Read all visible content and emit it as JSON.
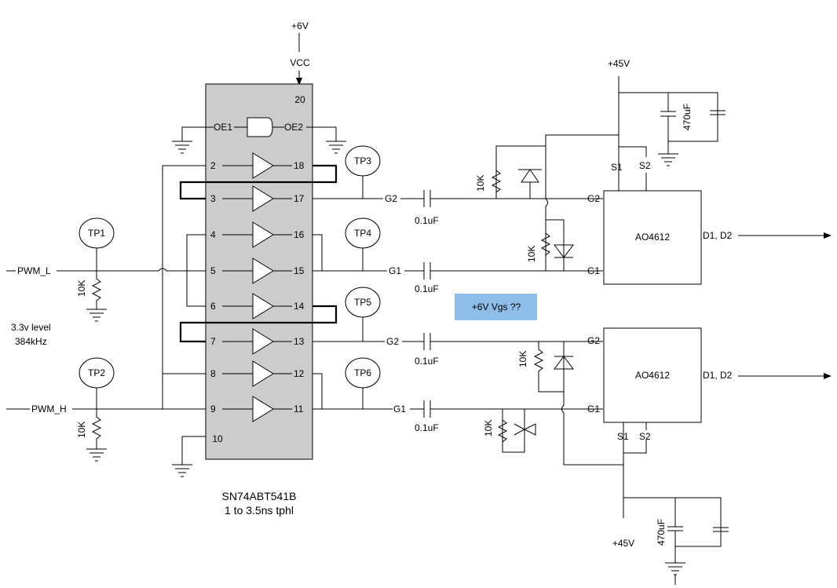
{
  "supplies": {
    "top_6v": "+6V",
    "vcc": "VCC",
    "top_45v": "+45V",
    "bottom_45v": "+45V"
  },
  "buffer": {
    "name": "SN74ABT541B",
    "spec": "1 to 3.5ns tphl",
    "oe1": "OE1",
    "oe2": "OE2",
    "pin_vcc": "20",
    "pin_gnd": "10",
    "left_pins": [
      "2",
      "3",
      "4",
      "5",
      "6",
      "7",
      "8",
      "9"
    ],
    "right_pins": [
      "18",
      "17",
      "16",
      "15",
      "14",
      "13",
      "12",
      "11"
    ]
  },
  "test_points": [
    "TP1",
    "TP2",
    "TP3",
    "TP4",
    "TP5",
    "TP6"
  ],
  "inputs": {
    "pwm_l": "PWM_L",
    "pwm_h": "PWM_H",
    "level": "3.3v level",
    "freq": "384kHz"
  },
  "resistors": {
    "r10k": "10K"
  },
  "caps": {
    "coupling": "0.1uF",
    "bulk": "470uF"
  },
  "gates": {
    "g1": "G1",
    "g2": "G2"
  },
  "mosfets": {
    "part": "AO4612",
    "drains": "D1, D2",
    "s1": "S1",
    "s2": "S2"
  },
  "note": "+6V Vgs ??"
}
